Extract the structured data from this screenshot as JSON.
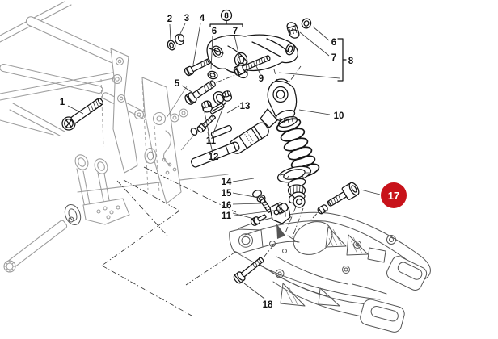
{
  "diagram_type": "exploded-parts-diagram",
  "colors": {
    "background": "#ffffff",
    "part_line": "#151515",
    "frame_line": "#9b9b9b",
    "swingarm_line": "#555555",
    "highlight_red": "#c8121a",
    "label_text": "#111111",
    "badge_text": "#ffffff"
  },
  "labels": {
    "l1": "1",
    "l2": "2",
    "l3": "3",
    "l4": "4",
    "l5": "5",
    "l6t": "6",
    "l7t": "7",
    "l8t": "8",
    "l6r": "6",
    "l7r": "7",
    "l8r": "8",
    "l9": "9",
    "l10": "10",
    "l11a": "11",
    "l12": "12",
    "l13": "13",
    "l14": "14",
    "l15": "15",
    "l16": "16",
    "l11b": "11",
    "l17": "17",
    "l18": "18"
  },
  "brackets": [
    {
      "label": "8",
      "groups": [
        "6",
        "7"
      ],
      "location": "top"
    },
    {
      "label": "8",
      "groups": [
        "6",
        "7"
      ],
      "location": "right"
    }
  ],
  "highlight": {
    "label": "17",
    "badge_shape": "circle"
  }
}
